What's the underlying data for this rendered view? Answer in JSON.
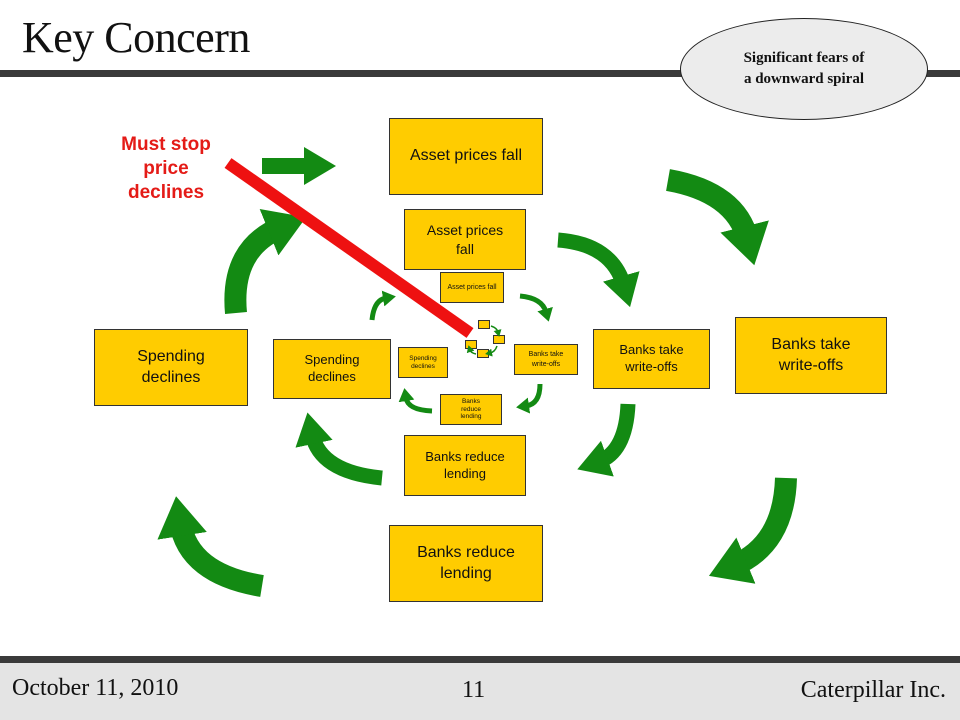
{
  "slide": {
    "title": "Key Concern",
    "callout": {
      "line1": "Significant fears of",
      "line2": "a downward spiral"
    },
    "note": "Must stop price declines"
  },
  "cycles": {
    "outer": {
      "asset": "Asset prices fall",
      "banks_take": "Banks take write-offs",
      "banks_reduce": "Banks reduce lending",
      "spending": "Spending declines"
    },
    "middle": {
      "asset": "Asset prices fall",
      "banks_take": "Banks take write-offs",
      "banks_reduce": "Banks reduce lending",
      "spending": "Spending declines"
    },
    "inner": {
      "asset": "Asset prices fall",
      "banks_take": "Banks take write-offs",
      "banks_reduce": "Banks reduce lending",
      "spending": "Spending declines"
    }
  },
  "colors": {
    "box_fill": "#ffcc00",
    "arrow": "#138a13",
    "stop_bar": "#ee1111",
    "note": "#e41b17"
  },
  "footer": {
    "date": "October 11, 2010",
    "page": "11",
    "company": "Caterpillar Inc."
  }
}
